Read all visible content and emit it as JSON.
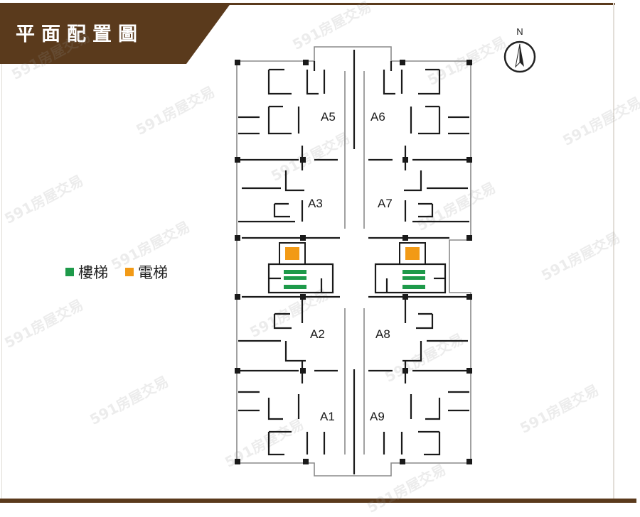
{
  "title": "平面配置圖",
  "legend": {
    "stairs_label": "樓梯",
    "elevator_label": "電梯",
    "stairs_color": "#1e9a4a",
    "elevator_color": "#f29a16"
  },
  "compass": {
    "north_label": "N"
  },
  "units": [
    "A5",
    "A6",
    "A3",
    "A7",
    "A2",
    "A8",
    "A1",
    "A9"
  ],
  "colors": {
    "banner": "#5a3a1c",
    "wall": "#1a1a1a",
    "outline": "#8a8a8a"
  },
  "watermark": "591房屋交易"
}
